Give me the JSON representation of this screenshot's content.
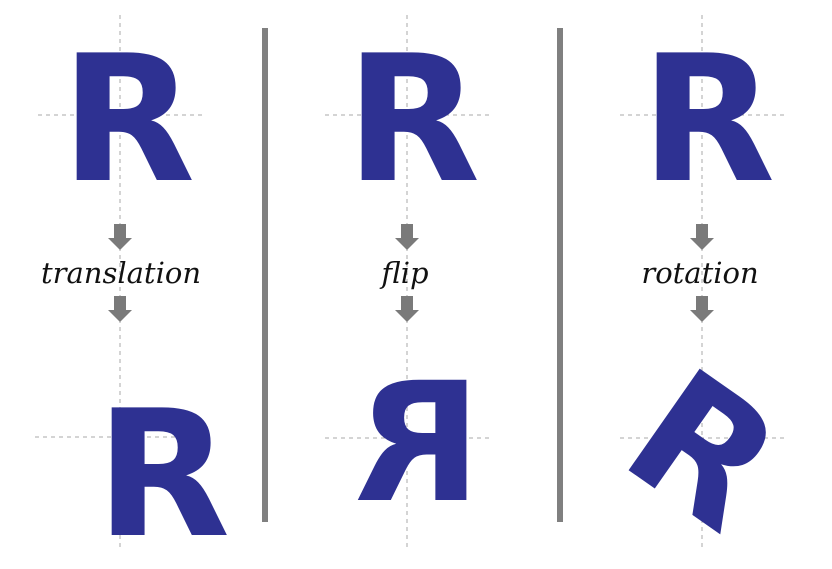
{
  "panels": [
    {
      "id": "translation",
      "label": "translation",
      "top_letter": "R",
      "bottom_letter": "R"
    },
    {
      "id": "flip",
      "label": "flip",
      "top_letter": "R",
      "bottom_letter": "R"
    },
    {
      "id": "rotation",
      "label": "rotation",
      "top_letter": "R",
      "bottom_letter": "R"
    }
  ],
  "colors": {
    "letter": "#2e3192",
    "guide": "#a8a8a8",
    "divider": "#808080",
    "arrow": "#7a7a7a",
    "label": "#111111"
  }
}
